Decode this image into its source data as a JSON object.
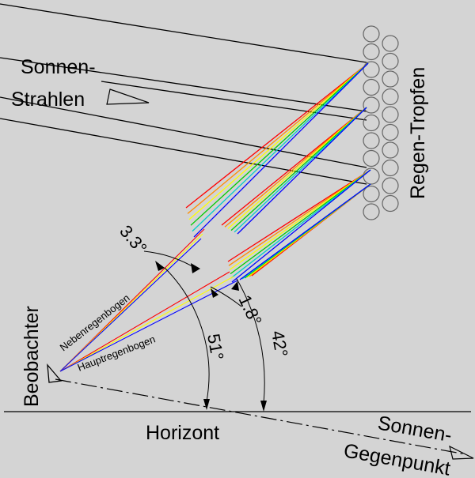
{
  "labels": {
    "sun_rays_line1": "Sonnen-",
    "sun_rays_line2": "Strahlen",
    "raindrops": "Regen-Tropfen",
    "observer": "Beobachter",
    "horizon": "Horizont",
    "antisolar_line1": "Sonnen-",
    "antisolar_line2": "Gegenpunkt",
    "secondary_bow": "Nebenregenbogen",
    "primary_bow": "Hauptregenbogen"
  },
  "angles": {
    "secondary": "51°",
    "primary": "42°",
    "secondary_width": "3.3°",
    "primary_width": "1.8°"
  },
  "colors": {
    "background": "#d4d4d4",
    "line": "#000000",
    "spectrum": [
      "#ff0000",
      "#ff8c00",
      "#ffff00",
      "#00cc00",
      "#00cccc",
      "#0000ff"
    ]
  }
}
